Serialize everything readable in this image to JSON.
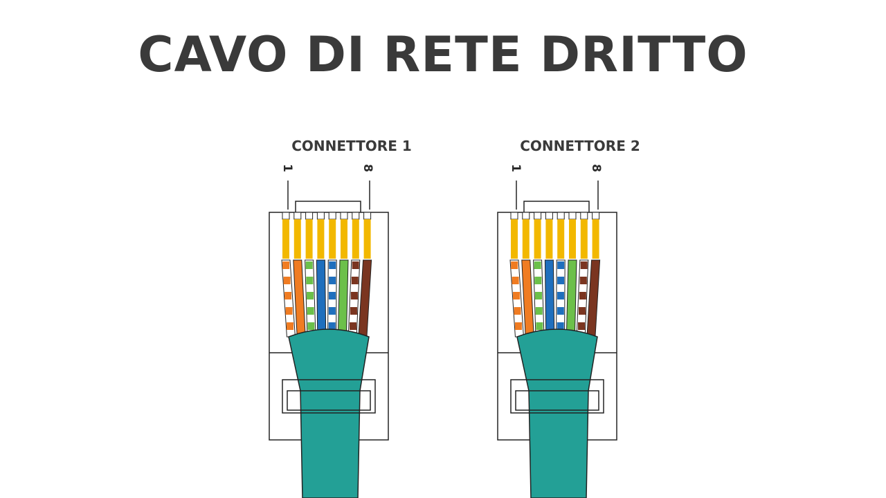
{
  "title": "CAVO DI RETE DRITTO",
  "connectors": [
    {
      "label": "CONNETTORE 1",
      "pin_first": "1",
      "pin_last": "8"
    },
    {
      "label": "CONNETTORE 2",
      "pin_first": "1",
      "pin_last": "8"
    }
  ],
  "wire_order": [
    {
      "pin": 1,
      "name": "white-orange",
      "base": "#ffffff",
      "stripe": "#f07c22"
    },
    {
      "pin": 2,
      "name": "orange",
      "base": "#f07c22",
      "stripe": null
    },
    {
      "pin": 3,
      "name": "white-green",
      "base": "#ffffff",
      "stripe": "#6cc04a"
    },
    {
      "pin": 4,
      "name": "blue",
      "base": "#1f6fbd",
      "stripe": null
    },
    {
      "pin": 5,
      "name": "white-blue",
      "base": "#ffffff",
      "stripe": "#1f6fbd"
    },
    {
      "pin": 6,
      "name": "green",
      "base": "#6cc04a",
      "stripe": null
    },
    {
      "pin": 7,
      "name": "white-brown",
      "base": "#ffffff",
      "stripe": "#7a3520"
    },
    {
      "pin": 8,
      "name": "brown",
      "base": "#7a3520",
      "stripe": null
    }
  ],
  "colors": {
    "title": "#3a3a3a",
    "contact": "#f2b800",
    "cable_jacket": "#23a096",
    "outline": "#222222"
  }
}
